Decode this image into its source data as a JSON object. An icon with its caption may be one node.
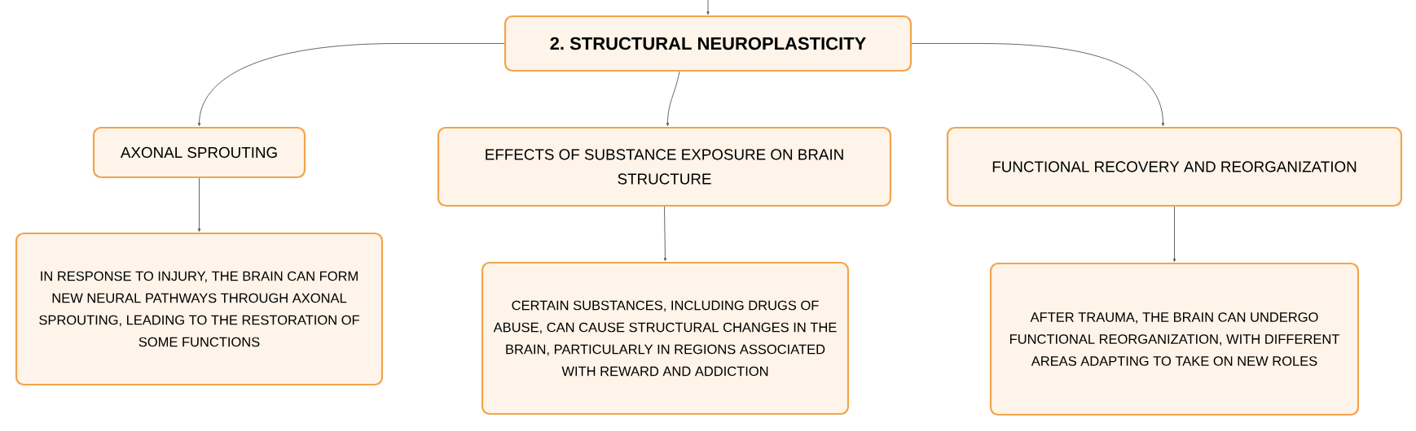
{
  "diagram": {
    "nodes": [
      {
        "text": [
          "2. STRUCTURAL NEUROPLASTICITY"
        ]
      },
      {
        "text": [
          "AXONAL SPROUTING"
        ]
      },
      {
        "text": [
          "EFFECTS OF SUBSTANCE EXPOSURE ON BRAIN STRUCTURE"
        ]
      },
      {
        "text": [
          "FUNCTIONAL RECOVERY AND REORGANIZATION"
        ]
      },
      {
        "text": [
          "IN RESPONSE TO INJURY, THE BRAIN CAN FORM NEW NEURAL PATHWAYS THROUGH AXONAL SPROUTING, LEADING TO THE RESTORATION OF SOME FUNCTIONS"
        ]
      },
      {
        "text": [
          "CERTAIN SUBSTANCES, INCLUDING DRUGS OF ABUSE, CAN CAUSE STRUCTURAL CHANGES IN THE BRAIN, PARTICULARLY IN REGIONS ASSOCIATED WITH REWARD AND ADDICTION"
        ]
      },
      {
        "text": [
          "AFTER TRAUMA, THE BRAIN CAN UNDERGO FUNCTIONAL REORGANIZATION, WITH DIFFERENT AREAS ADAPTING TO TAKE ON NEW ROLES"
        ]
      }
    ],
    "edges": [
      {
        "from": null,
        "to": 0,
        "arrow": "to"
      },
      {
        "from": 0,
        "to": 1,
        "arrow": "to"
      },
      {
        "from": 0,
        "to": 2,
        "arrow": "to"
      },
      {
        "from": 0,
        "to": 3,
        "arrow": "to"
      },
      {
        "from": 1,
        "to": 4,
        "arrow": "to"
      },
      {
        "from": 2,
        "to": 5,
        "arrow": "to"
      },
      {
        "from": 3,
        "to": 6,
        "arrow": "to"
      }
    ]
  }
}
